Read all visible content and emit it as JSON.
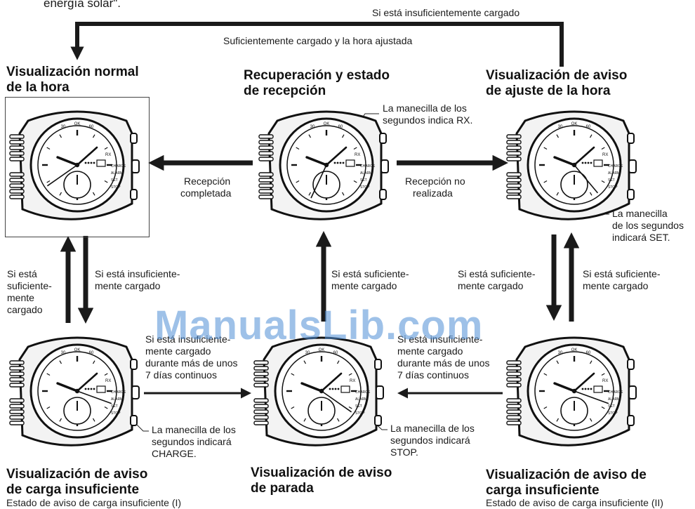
{
  "top_fragment": "energía solar\".",
  "top_loop": {
    "insufficient": "Si está insuficientemente cargado",
    "sufficient_set": "Suficientemente cargado y la hora ajustada"
  },
  "states": {
    "normal": {
      "title_line1": "Visualización normal",
      "title_line2": "de la hora"
    },
    "recovery": {
      "title_line1": "Recuperación y estado",
      "title_line2": "de recepción"
    },
    "time_set_warning": {
      "title_line1": "Visualización de aviso",
      "title_line2": "de ajuste de la hora"
    },
    "low_charge_1": {
      "title_line1": "Visualización de aviso",
      "title_line2": "de carga insuficiente",
      "subtitle": "Estado de aviso de carga insuficiente (I)"
    },
    "stop_warning": {
      "title_line1": "Visualización de aviso",
      "title_line2": "de parada"
    },
    "low_charge_2": {
      "title_line1": "Visualización de aviso de",
      "title_line2": "carga insuficiente",
      "subtitle": "Estado de aviso de carga insuficiente (II)"
    }
  },
  "callouts": {
    "rx": [
      "La manecilla de los",
      "segundos indica RX."
    ],
    "set": [
      "La manecilla",
      "de los segundos",
      "indicará SET."
    ],
    "charge": [
      "La manecilla de los",
      "segundos indicará",
      "CHARGE."
    ],
    "stop": [
      "La manecilla de los",
      "segundos indicará",
      "STOP."
    ]
  },
  "transitions": {
    "reception_done": [
      "Recepción",
      "completada"
    ],
    "reception_not_done": [
      "Recepción no",
      "realizada"
    ],
    "left_up": [
      "Si está",
      "suficiente-",
      "mente",
      "cargado"
    ],
    "left_down": [
      "Si está insuficiente-",
      "mente cargado"
    ],
    "center_up": [
      "Si está suficiente-",
      "mente cargado"
    ],
    "right_down": [
      "Si está suficiente-",
      "mente cargado"
    ],
    "right_up": [
      "Si está suficiente-",
      "mente cargado"
    ],
    "bottom_left": [
      "Si está insuficiente-",
      "mente cargado",
      "durante más de unos",
      "7 días continuos"
    ],
    "bottom_right": [
      "Si está insuficiente-",
      "mente cargado",
      "durante más de unos",
      "7 días continuos"
    ]
  },
  "watermark": "ManualsLib.com",
  "watch_face": {
    "top_markers": [
      "OK",
      "30",
      "60"
    ],
    "crown_label": "RX",
    "dial_labels": [
      "CHARGE",
      "ALARM",
      "SET",
      "STOP"
    ]
  },
  "colors": {
    "ink": "#111111",
    "arrow": "#1a1a1a",
    "watermark": "#4f8fd6",
    "case_fill": "#f3f3f3"
  }
}
